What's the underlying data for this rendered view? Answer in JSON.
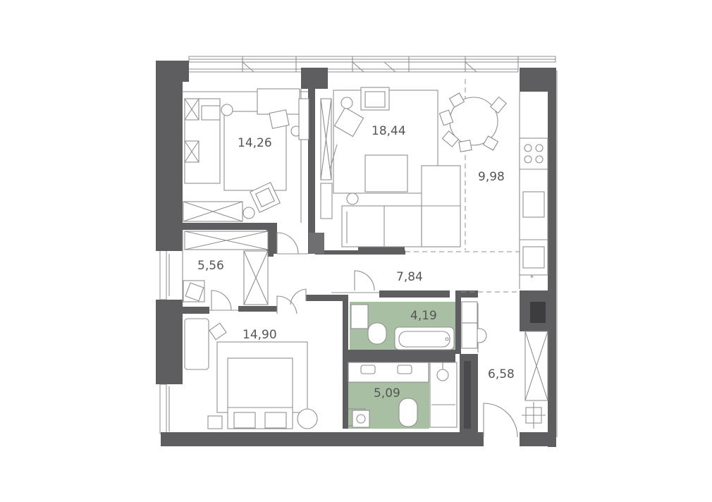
{
  "plan": {
    "rooms": [
      {
        "id": "bedroom-top",
        "area": "14,26"
      },
      {
        "id": "living-room",
        "area": "18,44"
      },
      {
        "id": "kitchen-dining",
        "area": "9,98"
      },
      {
        "id": "wardrobe",
        "area": "5,56"
      },
      {
        "id": "hallway",
        "area": "7,84"
      },
      {
        "id": "bathroom-top",
        "area": "4,19"
      },
      {
        "id": "master-bedroom",
        "area": "14,90"
      },
      {
        "id": "bathroom-bottom",
        "area": "5,09"
      },
      {
        "id": "entrance-hall",
        "area": "6,58"
      }
    ],
    "colors": {
      "wall": "#5e5e60",
      "wet_area": "#a9bfa4",
      "line": "#8f8f8f"
    }
  }
}
